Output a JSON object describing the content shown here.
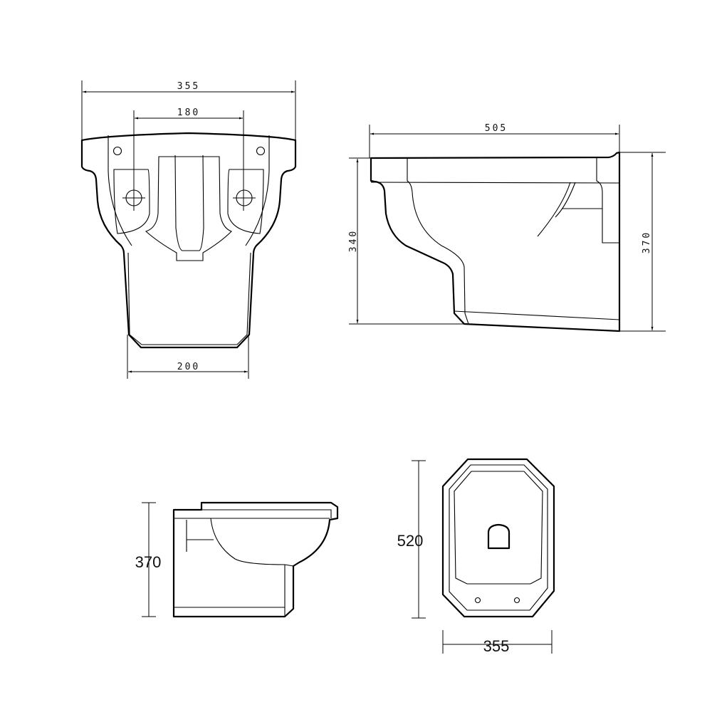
{
  "views": {
    "front": {
      "dim_overall_width": "355",
      "dim_fixing_centres": "180",
      "dim_bottom_width": "200"
    },
    "side": {
      "dim_depth": "505",
      "dim_front_height": "340",
      "dim_rear_height": "370"
    },
    "side_small": {
      "dim_height": "370"
    },
    "top": {
      "dim_length": "520",
      "dim_width": "355"
    }
  },
  "colors": {
    "line": "#000000",
    "background": "#ffffff"
  }
}
